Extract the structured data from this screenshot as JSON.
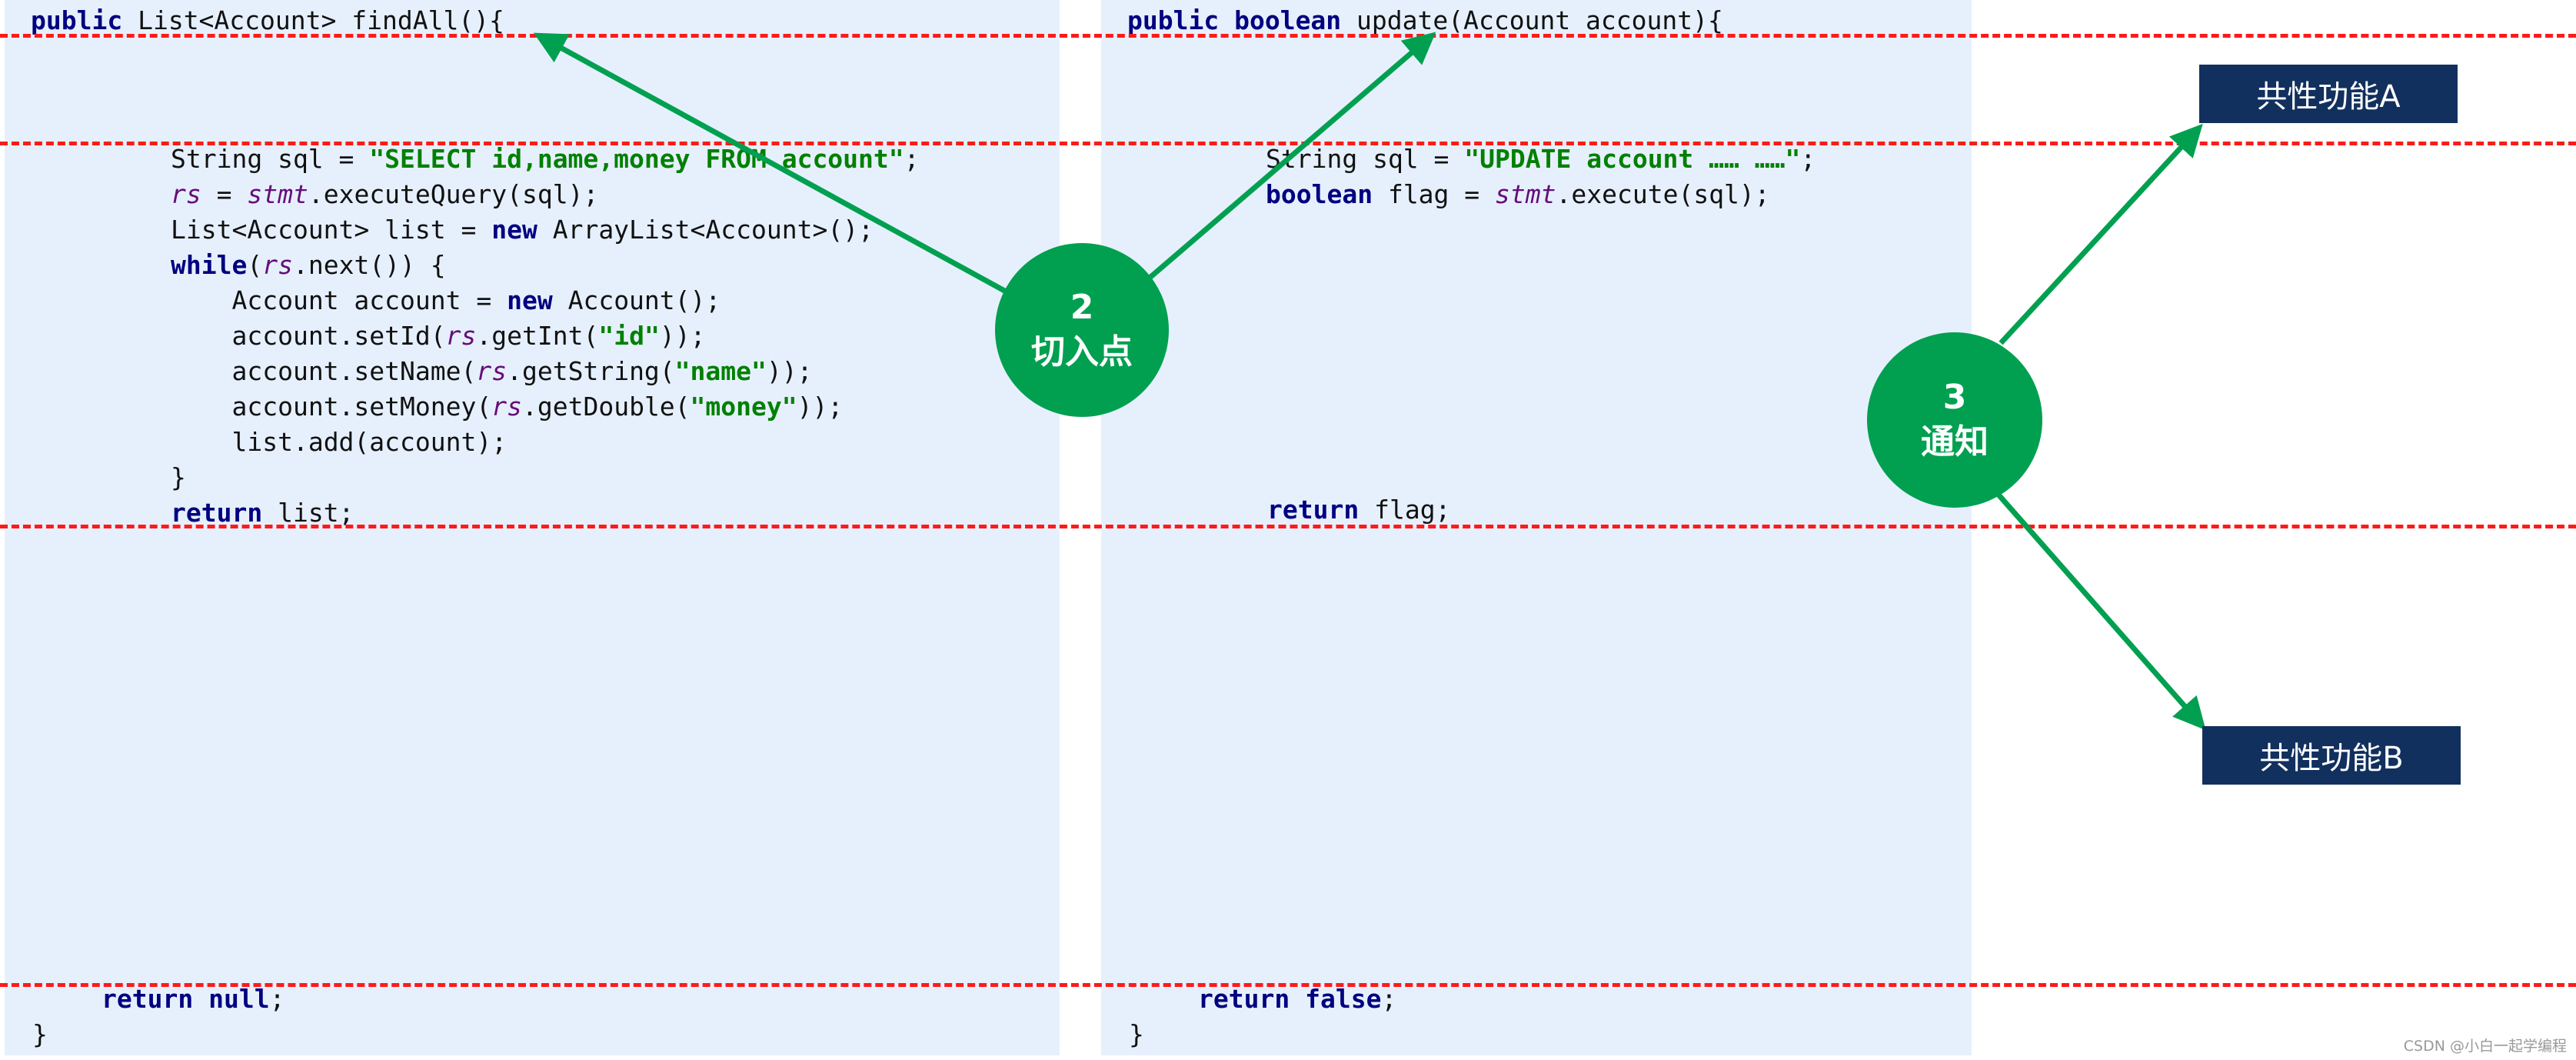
{
  "left_code": {
    "sig": {
      "kw": "public",
      "text": " List<Account> findAll(){"
    },
    "l1": {
      "t1": "String sql = ",
      "s1": "\"SELECT id,name,money FROM account\"",
      "t2": ";"
    },
    "l2": {
      "v1": "rs",
      "t1": " = ",
      "v2": "stmt",
      "t2": ".executeQuery(sql);"
    },
    "l3": {
      "t1": "List<Account> list = ",
      "k1": "new",
      "t2": " ArrayList<Account>();"
    },
    "l4": {
      "k1": "while",
      "t1": "(",
      "v1": "rs",
      "t2": ".next()) {"
    },
    "l5": {
      "t1": "Account account = ",
      "k1": "new",
      "t2": " Account();"
    },
    "l6": {
      "t1": "account.setId(",
      "v1": "rs",
      "t2": ".getInt(",
      "s1": "\"id\"",
      "t3": "));"
    },
    "l7": {
      "t1": "account.setName(",
      "v1": "rs",
      "t2": ".getString(",
      "s1": "\"name\"",
      "t3": "));"
    },
    "l8": {
      "t1": "account.setMoney(",
      "v1": "rs",
      "t2": ".getDouble(",
      "s1": "\"money\"",
      "t3": "));"
    },
    "l9": {
      "t1": "list.add(account);"
    },
    "l10": {
      "t1": "}"
    },
    "l11": {
      "k1": "return",
      "t1": " list;"
    },
    "ret": {
      "k1": "return",
      "t1": " ",
      "k2": "null",
      "t2": ";"
    },
    "end": "}"
  },
  "right_code": {
    "sig": {
      "k1": "public",
      "t1": " ",
      "k2": "boolean",
      "t2": " update(Account account){"
    },
    "l1": {
      "t1": "String sql = ",
      "s1": "\"UPDATE account …… ……\"",
      "t2": ";"
    },
    "l2": {
      "k1": "boolean",
      "t1": " flag = ",
      "v1": "stmt",
      "t2": ".execute(sql);"
    },
    "l3": {
      "k1": "return",
      "t1": " flag;"
    },
    "ret": {
      "k1": "return",
      "t1": " ",
      "k2": "false",
      "t2": ";"
    },
    "end": "}"
  },
  "circles": {
    "pointcut": {
      "number": "2",
      "label": "切入点"
    },
    "advice": {
      "number": "3",
      "label": "通知"
    }
  },
  "boxes": {
    "a": "共性功能A",
    "b": "共性功能B"
  },
  "watermark": "CSDN @小白一起学编程",
  "colors": {
    "panel": "#e6f0fd",
    "dashed_line": "#ff1a1a",
    "arrow": "#00a050",
    "box": "#12305e"
  }
}
